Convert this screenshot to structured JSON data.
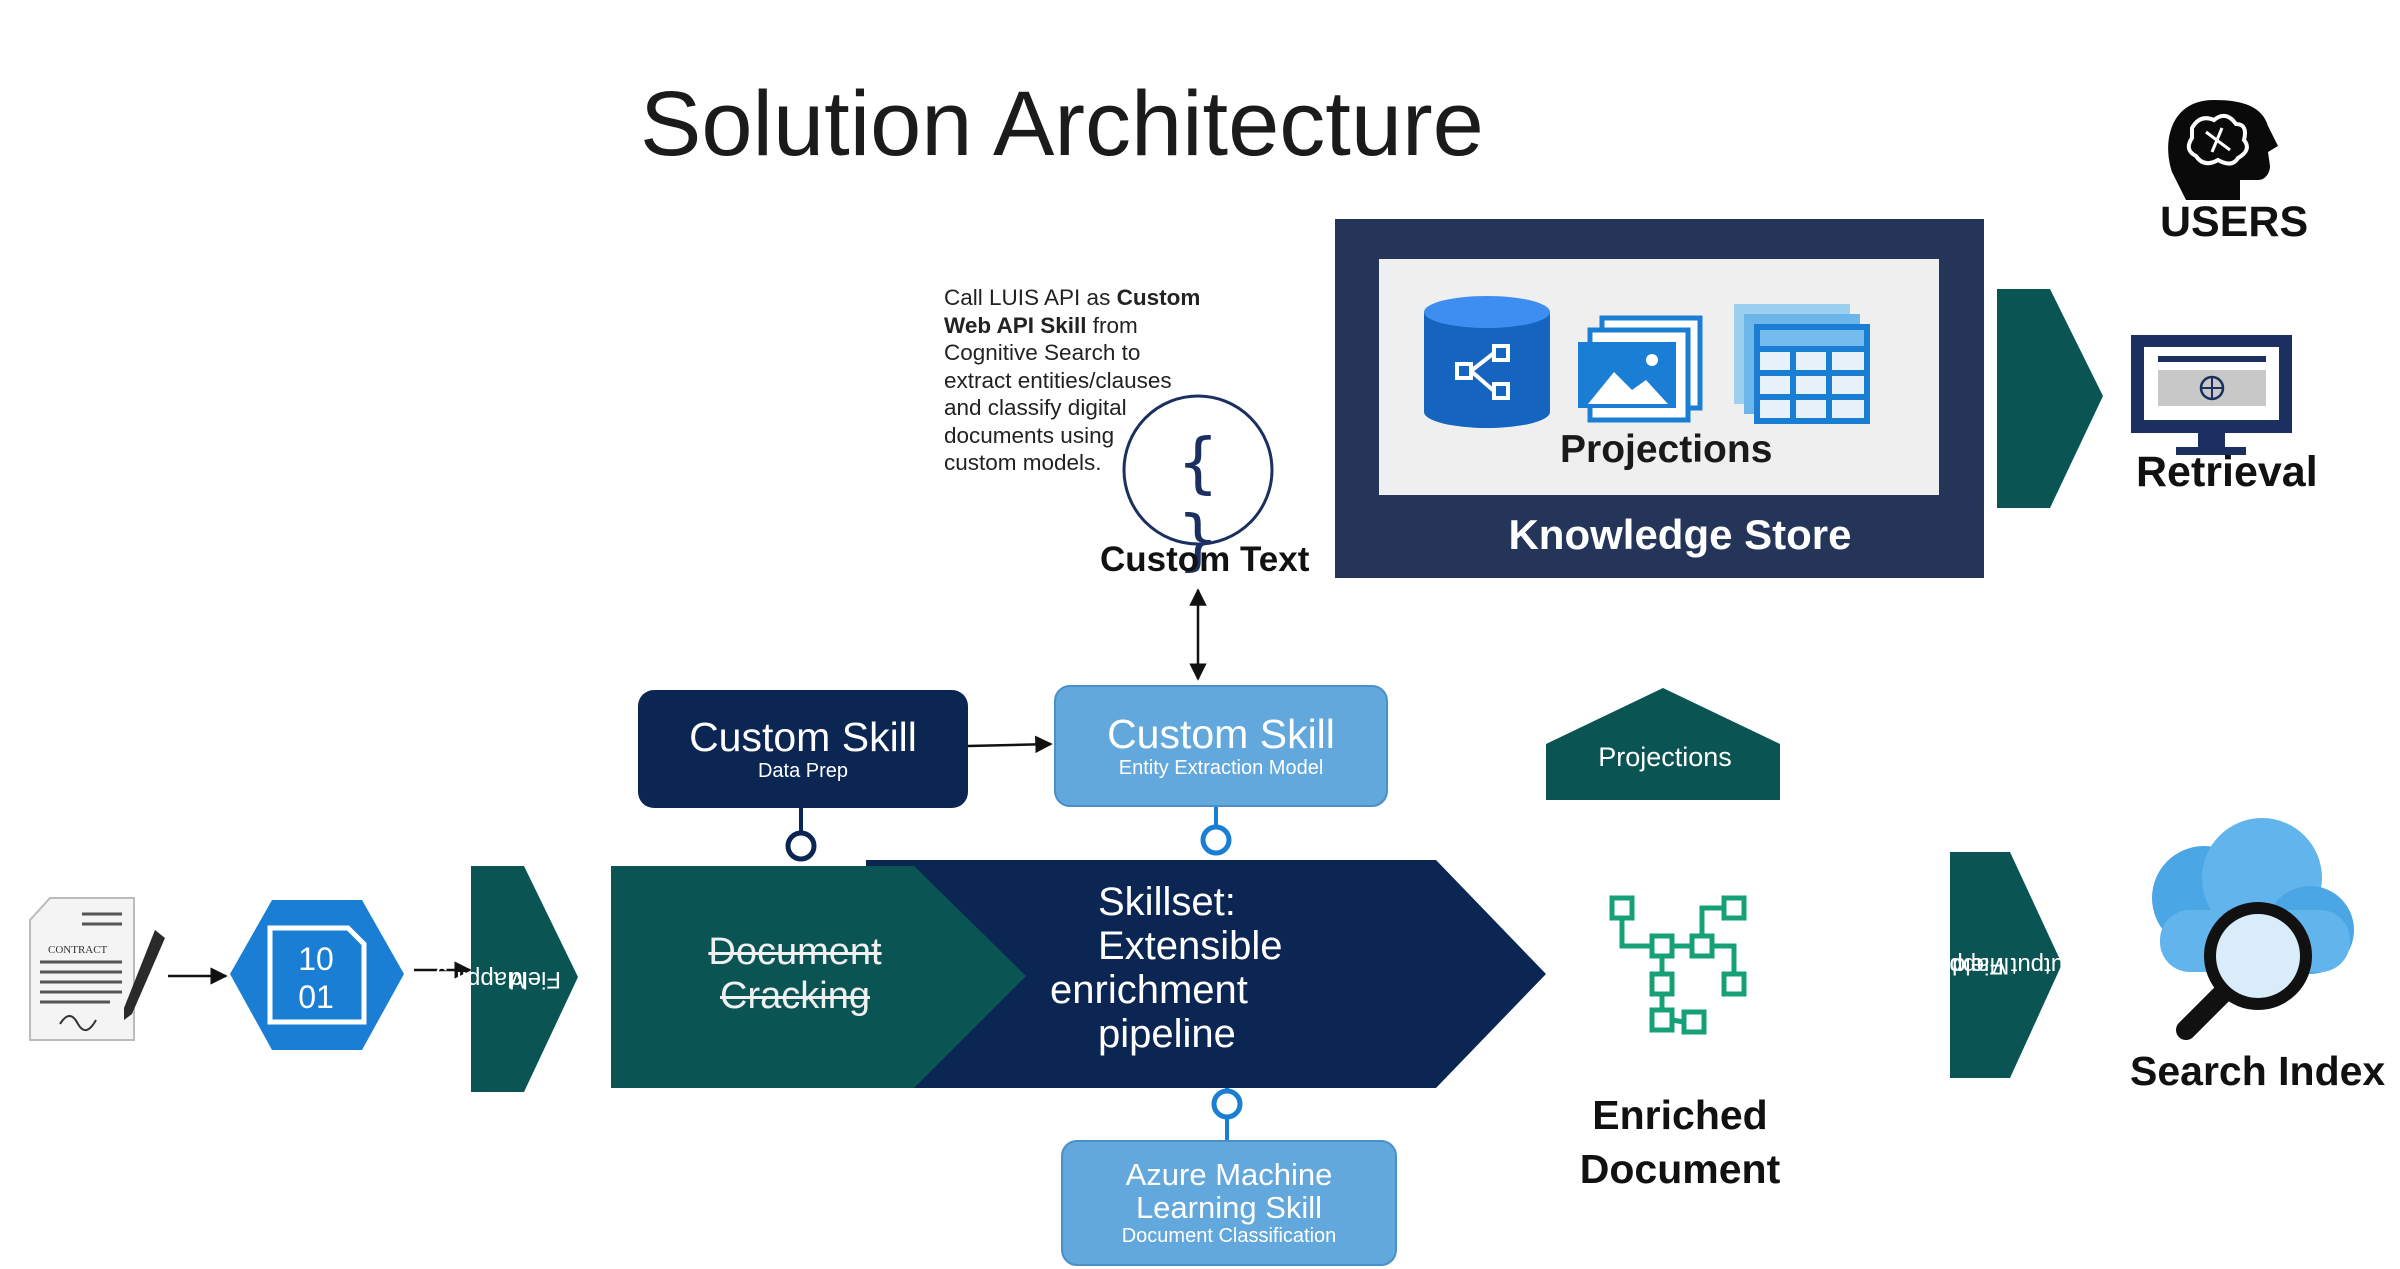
{
  "title": "Solution Architecture",
  "users": {
    "label": "USERS"
  },
  "retrieval": {
    "label": "Retrieval"
  },
  "knowledge_store": {
    "projections_label": "Projections",
    "label": "Knowledge Store"
  },
  "note": {
    "line1_pre": "Call LUIS API as ",
    "line1_bold": "Custom",
    "line2_bold": "Web API Skill",
    "line2_post": " from",
    "line3": "Cognitive Search to",
    "line4": "extract entities/clauses",
    "line5": "and classify digital",
    "line6": "documents using",
    "line7": "custom models."
  },
  "custom_text": {
    "icon_glyph": "{ }",
    "label": "Custom Text"
  },
  "custom_skill_data_prep": {
    "title": "Custom Skill",
    "subtitle": "Data Prep"
  },
  "custom_skill_entity": {
    "title": "Custom Skill",
    "subtitle": "Entity Extraction Model"
  },
  "projections_tag": {
    "label": "Projections"
  },
  "input": {
    "contract_label": "CONTRACT",
    "binary_line1": "10",
    "binary_line2": "01"
  },
  "field_mapping": {
    "line1": "Field",
    "line2": "Mapping"
  },
  "document_cracking": {
    "line1": "Document",
    "line2": "Cracking"
  },
  "skillset": {
    "line1": "Skillset:",
    "line2": "Extensible",
    "line3": "enrichment",
    "line4": "pipeline"
  },
  "aml_skill": {
    "line1": "Azure Machine",
    "line2": "Learning Skill",
    "subtitle": "Document Classification"
  },
  "enriched_document": {
    "line1": "Enriched",
    "line2": "Document"
  },
  "output_field_mapping": {
    "line1": "Output Field",
    "line2": "Mapping"
  },
  "search_index": {
    "label": "Search Index"
  },
  "icons": [
    "head-brain-icon",
    "database-share-icon",
    "image-stack-icon",
    "table-stack-icon",
    "monitor-globe-icon",
    "curly-braces-icon",
    "contract-pen-icon",
    "binary-file-icon",
    "tree-hierarchy-icon",
    "cloud-search-icon"
  ],
  "colors": {
    "navy": "#0c2654",
    "teal": "#0b5454",
    "light_blue": "#62a8dc",
    "azure_blue": "#1a7fd4",
    "ks_frame": "#243559",
    "tree_green": "#15a075"
  }
}
